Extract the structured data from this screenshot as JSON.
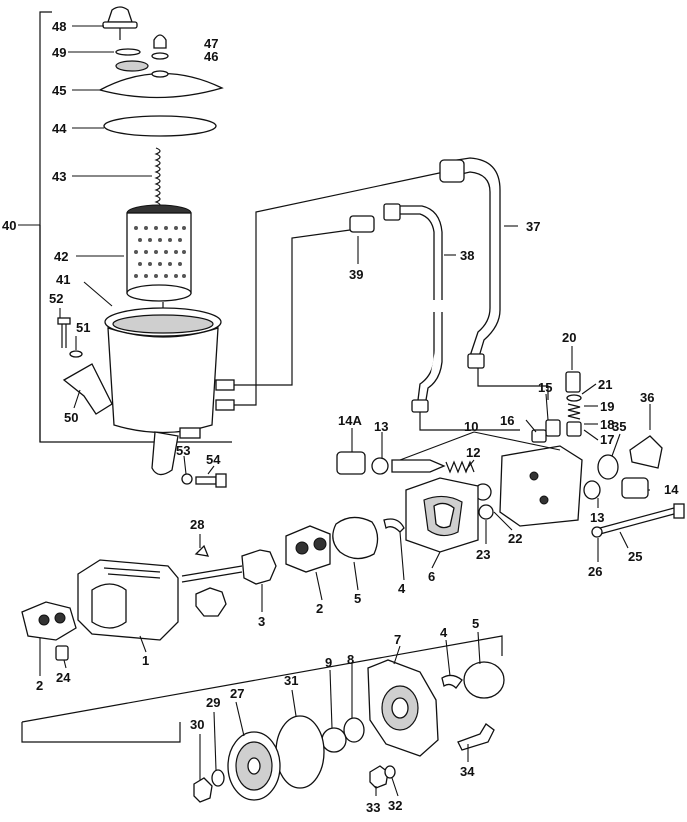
{
  "callouts": [
    {
      "id": "c48",
      "text": "48"
    },
    {
      "id": "c47",
      "text": "47"
    },
    {
      "id": "c49",
      "text": "49"
    },
    {
      "id": "c46",
      "text": "46"
    },
    {
      "id": "c45",
      "text": "45"
    },
    {
      "id": "c44",
      "text": "44"
    },
    {
      "id": "c43",
      "text": "43"
    },
    {
      "id": "c40",
      "text": "40"
    },
    {
      "id": "c42",
      "text": "42"
    },
    {
      "id": "c37",
      "text": "37"
    },
    {
      "id": "c38",
      "text": "38"
    },
    {
      "id": "c39",
      "text": "39"
    },
    {
      "id": "c41",
      "text": "41"
    },
    {
      "id": "c52",
      "text": "52"
    },
    {
      "id": "c51",
      "text": "51"
    },
    {
      "id": "c50",
      "text": "50"
    },
    {
      "id": "c20",
      "text": "20"
    },
    {
      "id": "c21",
      "text": "21"
    },
    {
      "id": "c15",
      "text": "15"
    },
    {
      "id": "c19",
      "text": "19"
    },
    {
      "id": "c36",
      "text": "36"
    },
    {
      "id": "c16",
      "text": "16"
    },
    {
      "id": "c18",
      "text": "18"
    },
    {
      "id": "c10",
      "text": "10"
    },
    {
      "id": "c14A",
      "text": "14A"
    },
    {
      "id": "c13a",
      "text": "13"
    },
    {
      "id": "c17",
      "text": "17"
    },
    {
      "id": "c35",
      "text": "35"
    },
    {
      "id": "c12",
      "text": "12"
    },
    {
      "id": "c53",
      "text": "53"
    },
    {
      "id": "c54",
      "text": "54"
    },
    {
      "id": "c14",
      "text": "14"
    },
    {
      "id": "c22",
      "text": "22"
    },
    {
      "id": "c13b",
      "text": "13"
    },
    {
      "id": "c28",
      "text": "28"
    },
    {
      "id": "c23",
      "text": "23"
    },
    {
      "id": "c25",
      "text": "25"
    },
    {
      "id": "c6",
      "text": "6"
    },
    {
      "id": "c26",
      "text": "26"
    },
    {
      "id": "c5a",
      "text": "5"
    },
    {
      "id": "c4a",
      "text": "4"
    },
    {
      "id": "c2a",
      "text": "2"
    },
    {
      "id": "c3",
      "text": "3"
    },
    {
      "id": "c1",
      "text": "1"
    },
    {
      "id": "c2b",
      "text": "2"
    },
    {
      "id": "c24",
      "text": "24"
    },
    {
      "id": "c7",
      "text": "7"
    },
    {
      "id": "c4b",
      "text": "4"
    },
    {
      "id": "c5b",
      "text": "5"
    },
    {
      "id": "c31",
      "text": "31"
    },
    {
      "id": "c9",
      "text": "9"
    },
    {
      "id": "c8",
      "text": "8"
    },
    {
      "id": "c27",
      "text": "27"
    },
    {
      "id": "c29",
      "text": "29"
    },
    {
      "id": "c30",
      "text": "30"
    },
    {
      "id": "c34",
      "text": "34"
    },
    {
      "id": "c33",
      "text": "33"
    },
    {
      "id": "c32",
      "text": "32"
    }
  ],
  "colors": {
    "ink": "#111111",
    "paper": "#ffffff"
  }
}
